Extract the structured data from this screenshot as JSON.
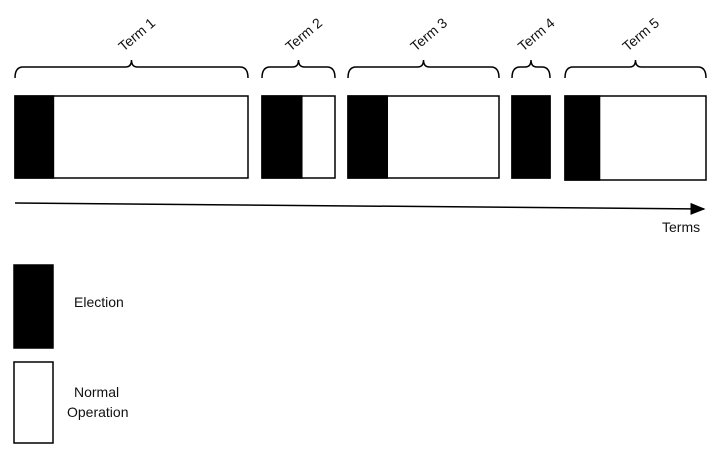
{
  "terms": [
    {
      "label": "Term 1",
      "election_fraction": 0.165
    },
    {
      "label": "Term 2",
      "election_fraction": 0.545
    },
    {
      "label": "Term 3",
      "election_fraction": 0.26
    },
    {
      "label": "Term 4",
      "election_fraction": 1.0
    },
    {
      "label": "Term 5",
      "election_fraction": 0.245
    }
  ],
  "axis_label": "Terms",
  "legend": {
    "election": "Election",
    "normal_line1": "Normal",
    "normal_line2": "Operation"
  },
  "colors": {
    "election": "#000000",
    "normal": "#ffffff",
    "stroke": "#000000"
  }
}
